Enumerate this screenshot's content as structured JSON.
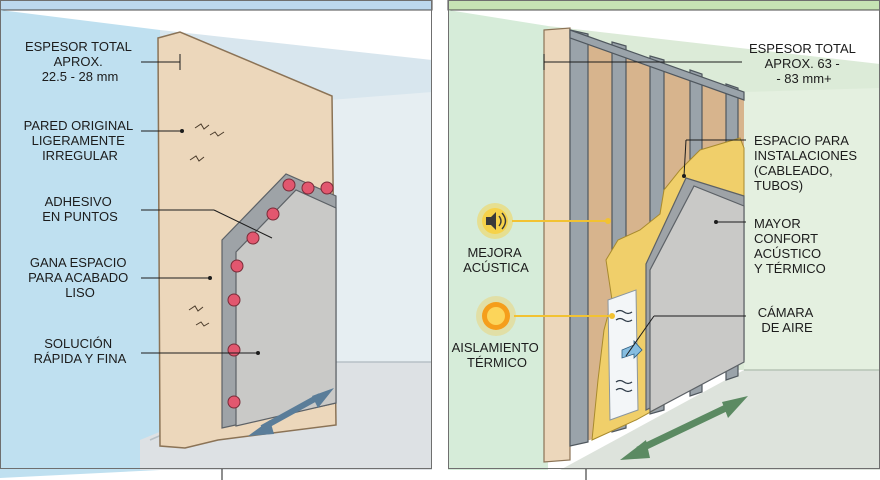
{
  "left_panel": {
    "labels": [
      {
        "key": "thickness",
        "lines": [
          "ESPESOR TOTAL",
          "APROX.",
          "22.5 - 28 mm"
        ]
      },
      {
        "key": "original-wall",
        "lines": [
          "PARED ORIGINAL",
          "LIGERAMENTE",
          "IRREGULAR"
        ]
      },
      {
        "key": "adhesive",
        "lines": [
          "ADHESIVO",
          "EN PUNTOS"
        ]
      },
      {
        "key": "gains-space",
        "lines": [
          "GANA ESPACIO",
          "PARA ACABADO",
          "LISO"
        ]
      },
      {
        "key": "solution",
        "lines": [
          "SOLUCIÓN",
          "RÁPIDA Y FINA"
        ]
      }
    ]
  },
  "right_panel": {
    "labels": [
      {
        "key": "thickness",
        "lines": [
          "ESPESOR TOTAL",
          "APROX. 63 -",
          "- 83 mm+"
        ]
      },
      {
        "key": "installations",
        "lines": [
          "ESPACIO PARA",
          "INSTALACIONES",
          "(CABLEADO,",
          "TUBOS)"
        ]
      },
      {
        "key": "comfort",
        "lines": [
          "MAYOR",
          "CONFORT",
          "ACÚSTICO",
          "Y TÉRMICO"
        ]
      },
      {
        "key": "air-chamber",
        "lines": [
          "CÁMARA",
          "DE AIRE"
        ]
      },
      {
        "key": "acoustic",
        "lines": [
          "MEJORA",
          "ACÚSTICA"
        ]
      },
      {
        "key": "thermal",
        "lines": [
          "AISLAMIENTO",
          "TÉRMICO"
        ]
      }
    ]
  },
  "icons": {
    "acoustic": "speaker-icon",
    "thermal": "sun-icon"
  },
  "colors": {
    "left_header": "#bcd8ee",
    "right_header": "#c6e3b4",
    "left_wall_side": "#bfe0f0",
    "right_wall_side": "#d6ecd9",
    "plaster": "#ecd7bb",
    "drywall": "#c9c9c7",
    "insulation": "#f0cf6a",
    "adhesive_dot": "#e2576f",
    "arrow_blue": "#5a7d99",
    "arrow_green": "#5b8a62"
  }
}
